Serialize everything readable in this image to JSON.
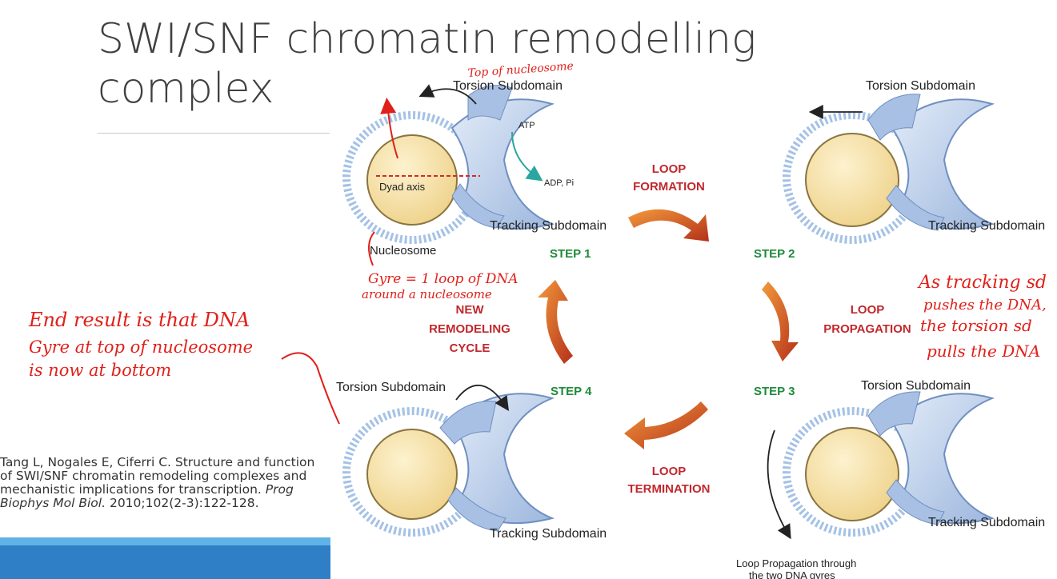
{
  "slide": {
    "title_line1": "SWI/SNF chromatin remodelling",
    "title_line2": "complex",
    "citation_text": "Tang L, Nogales E, Ciferri C. Structure and function of SWI/SNF chromatin remodeling complexes and mechanistic implications for transcription.",
    "citation_journal": "Prog Biophys Mol Biol.",
    "citation_year": "2010;102(2-3):122-128."
  },
  "diagram": {
    "torsion": "Torsion Subdomain",
    "tracking": "Tracking Subdomain",
    "nucleosome": "Nucleosome",
    "dyad": "Dyad axis",
    "atp": "ATP",
    "adp": "ADP, Pi",
    "step1": "STEP 1",
    "step2": "STEP 2",
    "step3": "STEP 3",
    "step4": "STEP 4",
    "loop_formation_1": "LOOP",
    "loop_formation_2": "FORMATION",
    "loop_propagation_1": "LOOP",
    "loop_propagation_2": "PROPAGATION",
    "loop_termination_1": "LOOP",
    "loop_termination_2": "TERMINATION",
    "new_cycle_1": "NEW",
    "new_cycle_2": "REMODELING",
    "new_cycle_3": "CYCLE",
    "propagation_note_1": "Loop Propagation through",
    "propagation_note_2": "the two DNA gyres"
  },
  "annotations": {
    "top_note": "Top of nucleosome",
    "gyre_1": "Gyre = 1 loop of DNA",
    "gyre_2": "around a nucleosome",
    "end_1": "End result is that DNA",
    "end_2": "Gyre at top of nucleosome",
    "end_3": "is now at bottom",
    "track_1": "As tracking sd",
    "track_2": "pushes the DNA,",
    "track_3": "the torsion sd",
    "track_4": "pulls the DNA"
  },
  "colors": {
    "nucleosome_fill": "#f7e3a6",
    "motor_fill": "#c9d8ee",
    "arrow_orange": "#e0561f",
    "annotation_red": "#e0201a",
    "step_green": "#1f8a3a",
    "label_red": "#c0282d"
  }
}
